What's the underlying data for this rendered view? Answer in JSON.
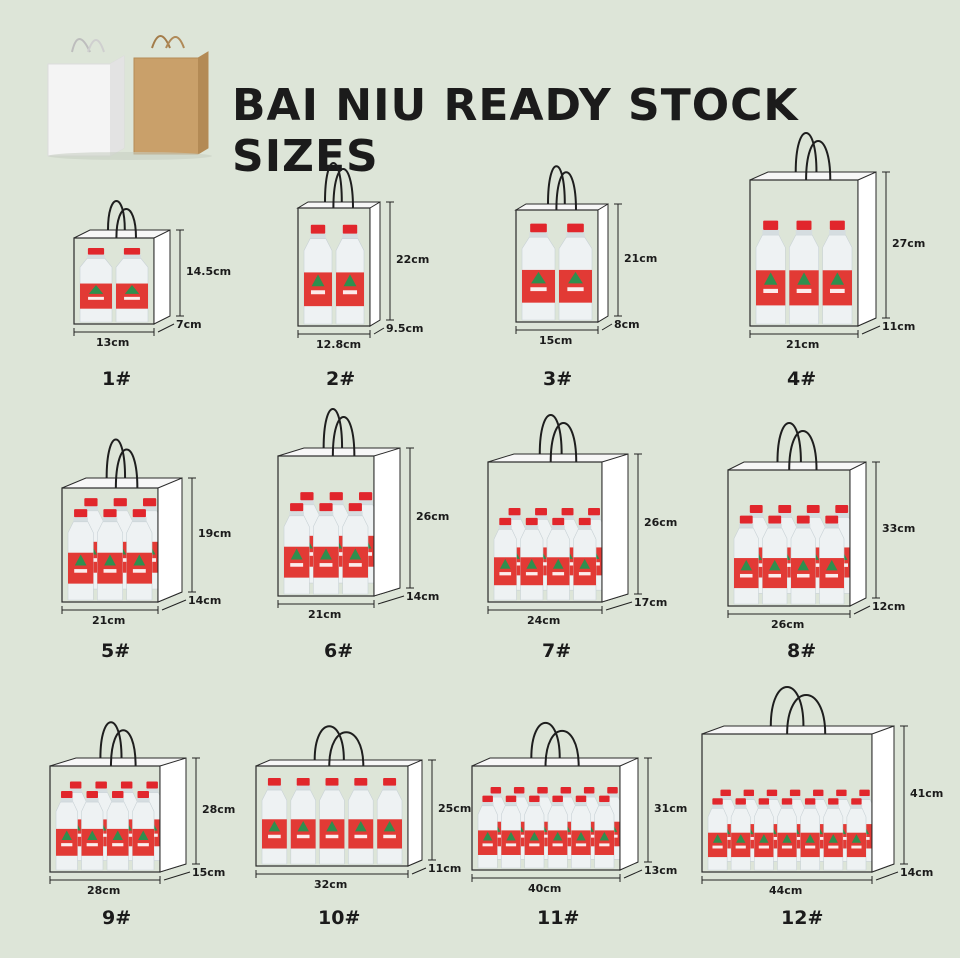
{
  "title": "BAI NIU READY STOCK SIZES",
  "colors": {
    "background": "#dde5d8",
    "bag": "#ffffff",
    "bag_outline": "#2a2a2a",
    "kraft": "#c9a06a",
    "bottle_cap": "#e1262c",
    "bottle_label": "#e23a35",
    "bottle_body": "#eef2f3",
    "logo_green": "#2f8f4e"
  },
  "bags": [
    {
      "number": "1#",
      "width": "13cm",
      "height": "14.5cm",
      "depth": "7cm"
    },
    {
      "number": "2#",
      "width": "12.8cm",
      "height": "22cm",
      "depth": "9.5cm"
    },
    {
      "number": "3#",
      "width": "15cm",
      "height": "21cm",
      "depth": "8cm"
    },
    {
      "number": "4#",
      "width": "21cm",
      "height": "27cm",
      "depth": "11cm"
    },
    {
      "number": "5#",
      "width": "21cm",
      "height": "19cm",
      "depth": "14cm"
    },
    {
      "number": "6#",
      "width": "21cm",
      "height": "26cm",
      "depth": "14cm"
    },
    {
      "number": "7#",
      "width": "24cm",
      "height": "26cm",
      "depth": "17cm"
    },
    {
      "number": "8#",
      "width": "26cm",
      "height": "33cm",
      "depth": "12cm"
    },
    {
      "number": "9#",
      "width": "28cm",
      "height": "28cm",
      "depth": "15cm"
    },
    {
      "number": "10#",
      "width": "32cm",
      "height": "25cm",
      "depth": "11cm"
    },
    {
      "number": "11#",
      "width": "40cm",
      "height": "31cm",
      "depth": "13cm"
    },
    {
      "number": "12#",
      "width": "44cm",
      "height": "41cm",
      "depth": "14cm"
    }
  ]
}
